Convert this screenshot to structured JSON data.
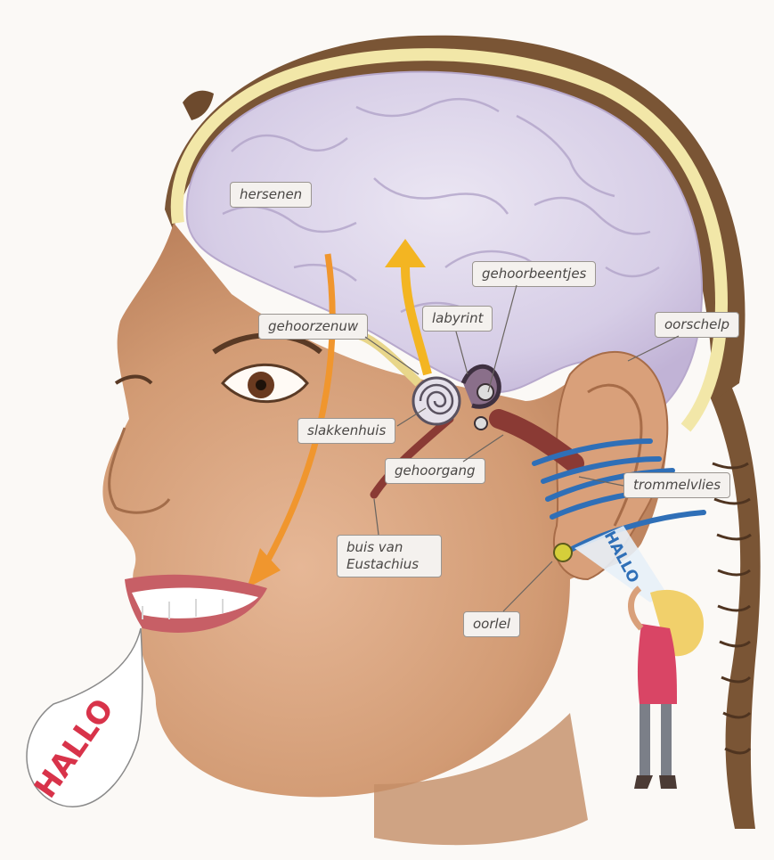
{
  "labels": {
    "hersenen": "hersenen",
    "gehoorbeentjes": "gehoorbeentjes",
    "labyrint": "labyrint",
    "gehoorzenuw": "gehoorzenuw",
    "oorschelp": "oorschelp",
    "slakkenhuis": "slakkenhuis",
    "gehoorgang": "gehoorgang",
    "trommelvlies": "trommelvlies",
    "buis_van_eustachius_line1": "buis van",
    "buis_van_eustachius_line2": "Eustachius",
    "oorlel": "oorlel"
  },
  "speech": {
    "mouth_bubble": "HALLO",
    "ear_beam": "HALLO"
  },
  "colors": {
    "brain": "#d9d2e8",
    "skull_outline": "#f2e7a8",
    "skin": "#d9a27c",
    "hair": "#7a5535",
    "sound_waves": "#2f6fb7",
    "arrow_orange": "#f0962e",
    "arrow_yellow": "#f3b522",
    "hallo_red": "#d8334a"
  }
}
